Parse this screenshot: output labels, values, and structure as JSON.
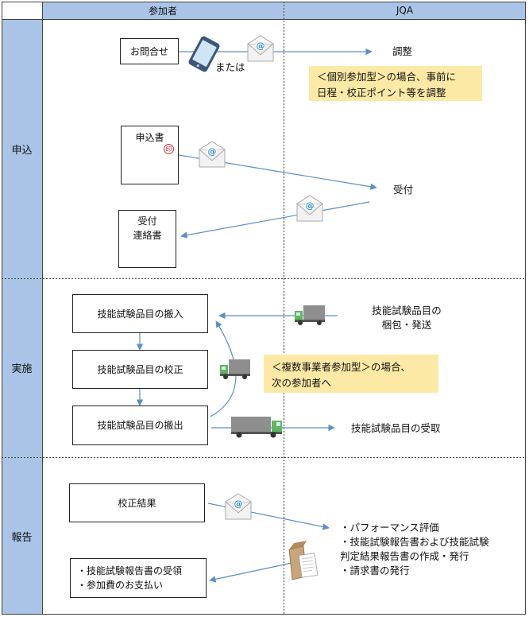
{
  "header": {
    "col_participant": "参加者",
    "col_jqa": "JQA"
  },
  "lanes": {
    "apply": "申込",
    "conduct": "実施",
    "report": "報告"
  },
  "apply": {
    "inquiry_box": "お問合せ",
    "or_label": "または",
    "adjust_label": "調整",
    "individual_note_line1": "＜個別参加型＞の場合、事前に",
    "individual_note_line2": "日程・校正ポイント等を調整",
    "application_box": "申込書",
    "seal_label": "印",
    "received_label": "受付",
    "receipt_box_line1": "受付",
    "receipt_box_line2": "連絡書"
  },
  "conduct": {
    "carry_in_box": "技能試験品目の搬入",
    "calibration_box": "技能試験品目の校正",
    "carry_out_box": "技能試験品目の搬出",
    "packing_line1": "技能試験品目の",
    "packing_line2": "梱包・発送",
    "multi_note_line1": "＜複数事業者参加型＞の場合、",
    "multi_note_line2": "次の参加者へ",
    "receive_label": "技能試験品目の受取"
  },
  "report": {
    "result_box": "校正結果",
    "jqa_item1": "・パフォーマンス評価",
    "jqa_item2": "・技能試験報告書および技能試験",
    "jqa_item3": "判定結果報告書の作成・発行",
    "jqa_item4": "・請求書の発行",
    "participant_item1": "・技能試験報告書の受領",
    "participant_item2": "・参加費のお支払い"
  },
  "icons": {
    "phone": "smartphone-icon",
    "mail": "email-envelope-icon",
    "truck": "delivery-truck-icon",
    "document": "document-package-icon",
    "seal": "seal-stamp-icon"
  },
  "colors": {
    "header_bg": "#a9c4e6",
    "note_bg": "#fde9a6",
    "arrow": "#5b8fc6",
    "truck_green": "#5cb85c",
    "truck_gray": "#8e8e8e"
  }
}
